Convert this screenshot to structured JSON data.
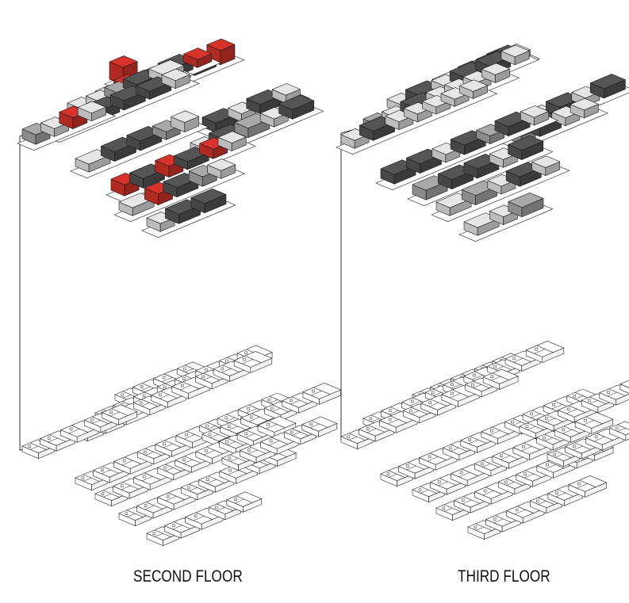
{
  "panels": [
    {
      "id": "second",
      "label": "SECOND FLOOR"
    },
    {
      "id": "third",
      "label": "THIRD FLOOR"
    }
  ],
  "colors": {
    "background": "#ffffff",
    "outline": "#1a1a1a",
    "light_block": "#e6e6e6",
    "mid_block": "#a9a9a9",
    "dark_block": "#555555",
    "highlight_red": "#d8332a",
    "plan_walls": "#222222"
  }
}
